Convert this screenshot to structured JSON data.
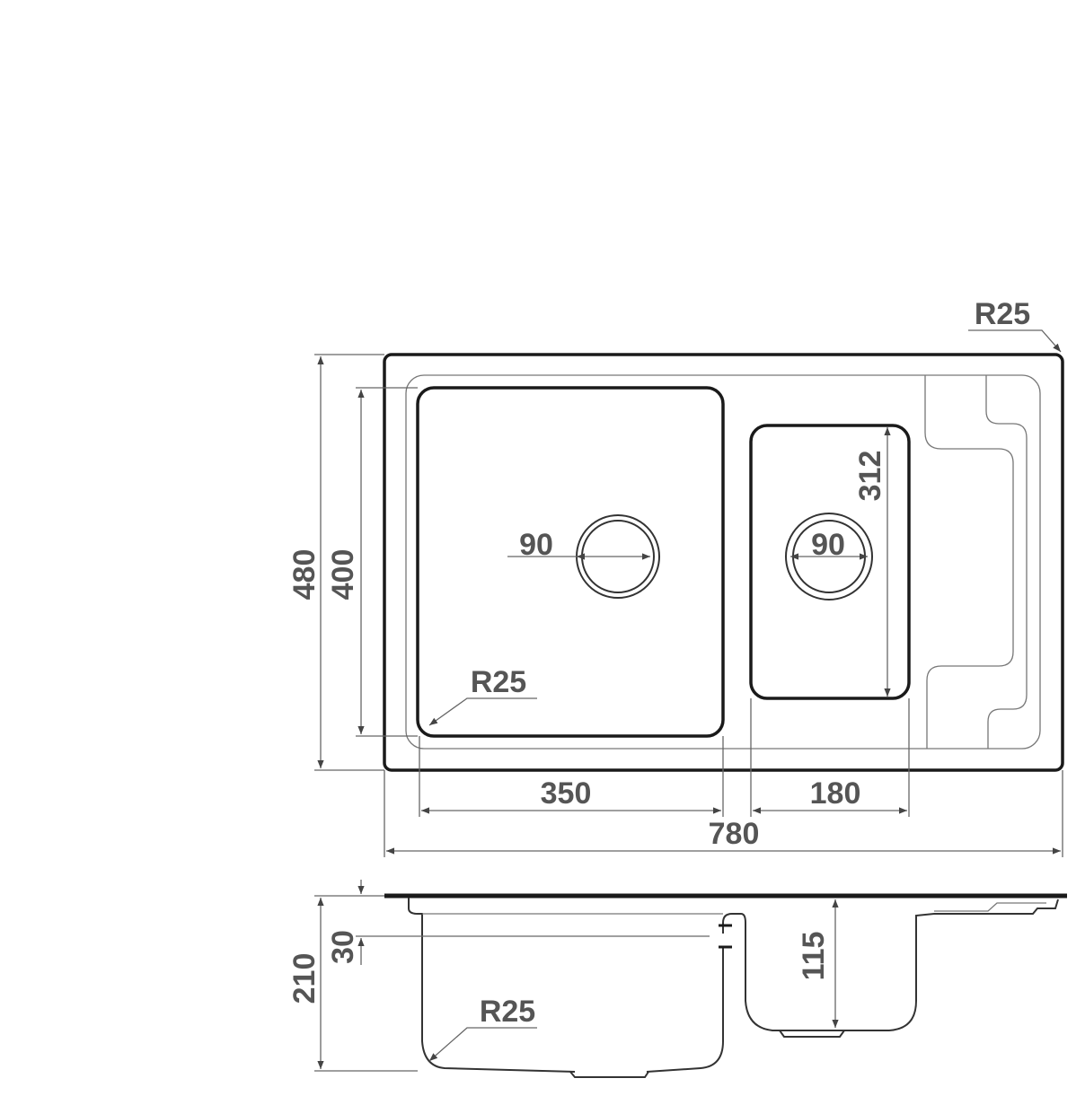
{
  "drawing": {
    "top_view": {
      "overall_width": "780",
      "overall_depth": "480",
      "corner_radius": "R25",
      "main_bowl_width": "350",
      "main_bowl_depth": "400",
      "main_bowl_radius": "R25",
      "main_drain": "90",
      "small_bowl_width": "180",
      "small_bowl_depth": "312",
      "small_drain": "90"
    },
    "side_view": {
      "total_height": "210",
      "rim_offset": "30",
      "small_bowl_depth": "115",
      "bowl_radius": "R25"
    },
    "colors": {
      "line": "#1a1a1a",
      "text": "#555555"
    }
  }
}
